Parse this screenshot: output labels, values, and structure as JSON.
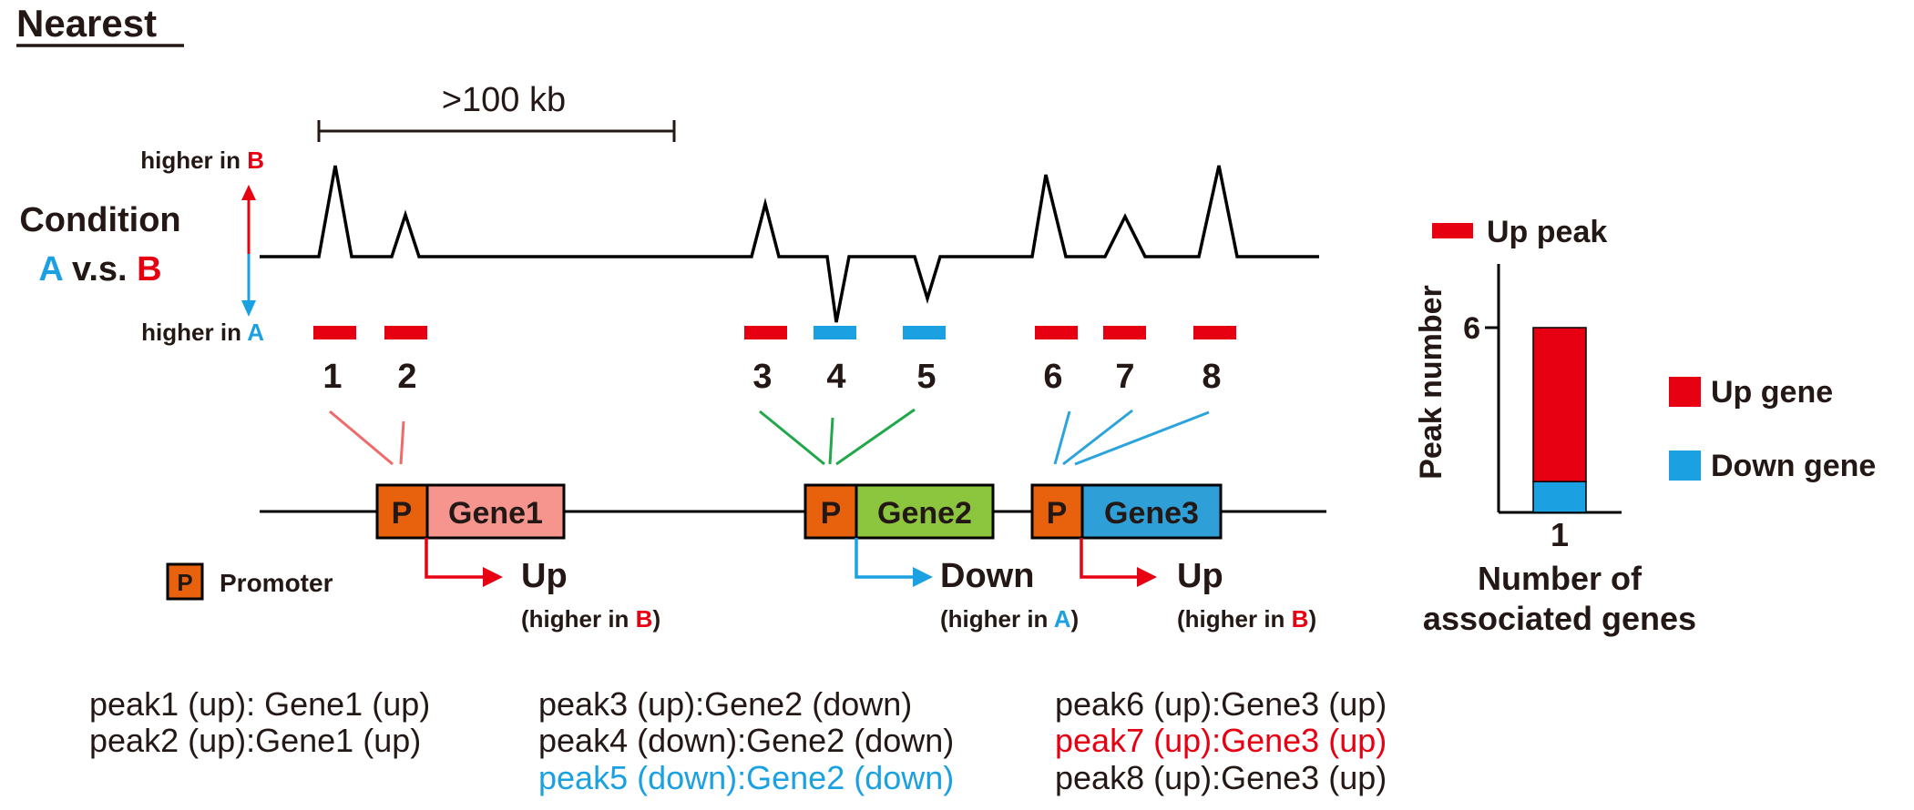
{
  "title": "Nearest",
  "scale_label": ">100 kb",
  "axis": {
    "higher_in_prefix": "higher in ",
    "higher_B_letter": "B",
    "higher_A_letter": "A",
    "condition_label": "Condition",
    "cond_A": "A",
    "cond_vs": " v.s. ",
    "cond_B": "B"
  },
  "peak_numbers": [
    "1",
    "2",
    "3",
    "4",
    "5",
    "6",
    "7",
    "8"
  ],
  "genes": [
    {
      "promoter": "P",
      "name": "Gene1",
      "direction": "Up",
      "note_open": "(higher in ",
      "note_letter": "B",
      "note_close": ")"
    },
    {
      "promoter": "P",
      "name": "Gene2",
      "direction": "Down",
      "note_open": "(higher in ",
      "note_letter": "A",
      "note_close": ")"
    },
    {
      "promoter": "P",
      "name": "Gene3",
      "direction": "Up",
      "note_open": "(higher in ",
      "note_letter": "B",
      "note_close": ")"
    }
  ],
  "promoter_legend": {
    "symbol": "P",
    "label": "Promoter"
  },
  "mappings": {
    "col1": [
      "peak1 (up): Gene1 (up)",
      "peak2 (up):Gene1 (up)"
    ],
    "col2": [
      "peak3 (up):Gene2 (down)",
      "peak4 (down):Gene2 (down)",
      "peak5 (down):Gene2 (down)"
    ],
    "col3": [
      "peak6 (up):Gene3 (up)",
      "peak7 (up):Gene3 (up)",
      "peak8 (up):Gene3 (up)"
    ]
  },
  "colors": {
    "up": "#e60012",
    "down": "#1ba1e2",
    "gene1": "#f5958e",
    "gene2": "#8cc63f",
    "gene3": "#2f9fd8",
    "promoter": "#e8620e",
    "link1": "#f06a6a",
    "link2": "#22a84a",
    "link3": "#2ba3dd",
    "text": "#231815"
  },
  "chart_data": {
    "type": "bar",
    "legend_peak": "Up peak",
    "legend_up_gene": "Up gene",
    "legend_down_gene": "Down gene",
    "ylabel": "Peak number",
    "xlabel_line1": "Number of",
    "xlabel_line2": "associated genes",
    "categories": [
      "1"
    ],
    "y_ticks": [
      "6"
    ],
    "ylim": [
      0,
      6
    ],
    "series": [
      {
        "name": "Up gene",
        "values": [
          5
        ]
      },
      {
        "name": "Down gene",
        "values": [
          1
        ]
      }
    ]
  }
}
